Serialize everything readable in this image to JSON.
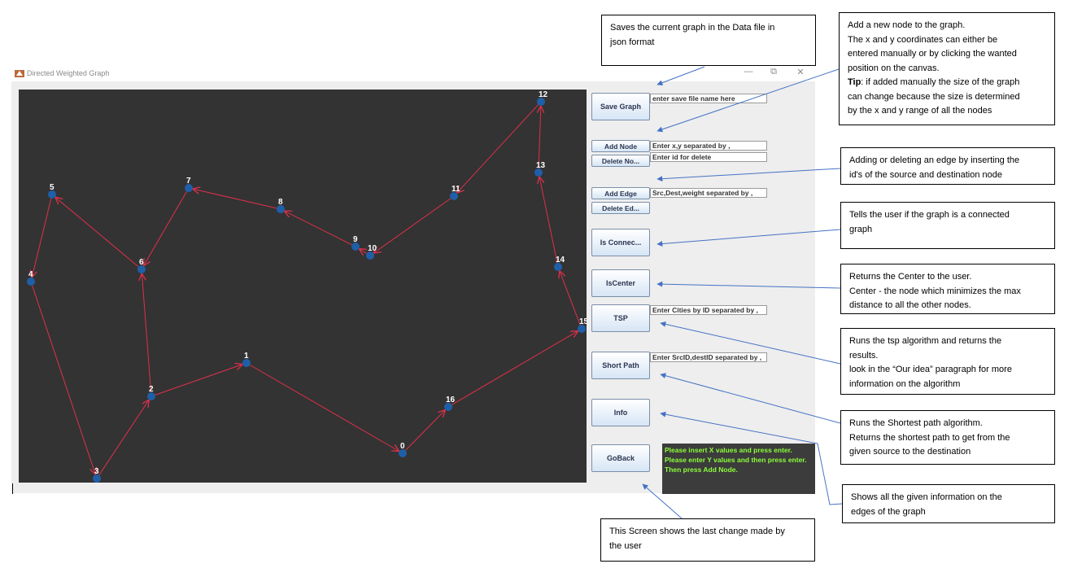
{
  "window": {
    "title": "Directed Weighted Graph",
    "controls": {
      "minimize": "—",
      "restore": "⧉",
      "close": "✕"
    }
  },
  "buttons": {
    "save_graph": "Save Graph",
    "add_node": "Add Node",
    "delete_node": "Delete No...",
    "add_edge": "Add Edge",
    "delete_edge": "Delete Ed...",
    "is_connected": "Is Connec...",
    "is_center": "IsCenter",
    "tsp": "TSP",
    "short_path": "Short Path",
    "info": "Info",
    "go_back": "GoBack"
  },
  "inputs": {
    "save_file": "enter save file name here",
    "add_node": "Enter x,y separated by ,",
    "delete_node": "Enter id for delete",
    "add_edge": "Src,Dest,weight separated by ,",
    "tsp": "Enter Cities by ID separated by ,",
    "short_path": "Enter SrcID,destID separated by ,"
  },
  "log": [
    "Please insert X values and press enter.",
    " Please enter Y values and then press enter.",
    " Then press Add Node."
  ],
  "graph": {
    "node_color": "#1f5fa8",
    "edge_color": "#e0304a",
    "label_color": "#ffffff",
    "canvas_color": "#333333",
    "nodes": [
      {
        "id": "0",
        "label": "0"
      },
      {
        "id": "1",
        "label": "1"
      },
      {
        "id": "2",
        "label": "2"
      },
      {
        "id": "3",
        "label": "3"
      },
      {
        "id": "4",
        "label": "4"
      },
      {
        "id": "5",
        "label": "5"
      },
      {
        "id": "6",
        "label": "6"
      },
      {
        "id": "7",
        "label": "7"
      },
      {
        "id": "8",
        "label": "8"
      },
      {
        "id": "9",
        "label": "9"
      },
      {
        "id": "10",
        "label": "10"
      },
      {
        "id": "11",
        "label": "11"
      },
      {
        "id": "12",
        "label": "12"
      },
      {
        "id": "13",
        "label": "13"
      },
      {
        "id": "14",
        "label": "14"
      },
      {
        "id": "15",
        "label": "15"
      },
      {
        "id": "16",
        "label": "16"
      }
    ],
    "edges": [
      [
        "0",
        "16"
      ],
      [
        "16",
        "15"
      ],
      [
        "15",
        "14"
      ],
      [
        "14",
        "13"
      ],
      [
        "13",
        "12"
      ],
      [
        "12",
        "11"
      ],
      [
        "11",
        "10"
      ],
      [
        "10",
        "9"
      ],
      [
        "9",
        "8"
      ],
      [
        "8",
        "7"
      ],
      [
        "7",
        "6"
      ],
      [
        "6",
        "5"
      ],
      [
        "5",
        "4"
      ],
      [
        "4",
        "3"
      ],
      [
        "3",
        "2"
      ],
      [
        "2",
        "6"
      ],
      [
        "2",
        "1"
      ],
      [
        "1",
        "0"
      ]
    ]
  },
  "annotations": {
    "save": [
      "Saves the current graph in the Data file in",
      "json format"
    ],
    "add_node": [
      "Add a new node to the graph.",
      " The x and y coordinates can either be",
      "entered manually or by clicking the wanted",
      "position on the canvas."
    ],
    "add_node_tip_label": "Tip",
    "add_node_tip": [
      ": if added manually the size of the graph",
      "can change because the size is determined",
      "by the x and y range of all the nodes"
    ],
    "edge": [
      "Adding or deleting an edge by inserting the",
      "id's of the source and destination node"
    ],
    "connected": [
      "Tells the user if the graph is a connected",
      "graph"
    ],
    "center": [
      "Returns the Center to the user.",
      "Center - the node which minimizes the max",
      "distance to all the other nodes."
    ],
    "tsp": [
      "Runs the tsp algorithm and returns the",
      "results.",
      " look in the “Our idea” paragraph for more",
      "information on the algorithm"
    ],
    "short_path": [
      "Runs the Shortest path algorithm.",
      "Returns the shortest path to get from the",
      "given source to the destination"
    ],
    "info": [
      "Shows all the given information on the",
      "edges of the graph"
    ],
    "screen": [
      "This Screen shows the last change made by",
      "the user"
    ]
  }
}
